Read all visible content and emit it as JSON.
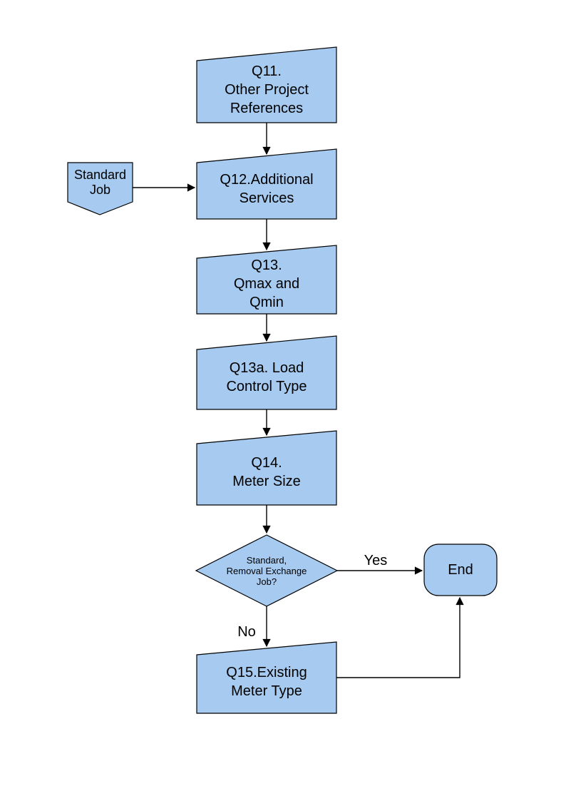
{
  "colors": {
    "node_fill": "#A6CAF0",
    "node_stroke": "#000000",
    "text": "#000000"
  },
  "nodes": {
    "q11": "Q11.\nOther Project\nReferences",
    "standard_job": "Standard\nJob",
    "q12": "Q12.Additional\nServices",
    "q13": "Q13.\nQmax and\nQmin",
    "q13a": "Q13a. Load\nControl Type",
    "q14": "Q14.\nMeter Size",
    "decision": "Standard,\nRemoval Exchange\nJob?",
    "q15": "Q15.Existing\nMeter Type",
    "end": "End"
  },
  "edge_labels": {
    "yes": "Yes",
    "no": "No"
  }
}
